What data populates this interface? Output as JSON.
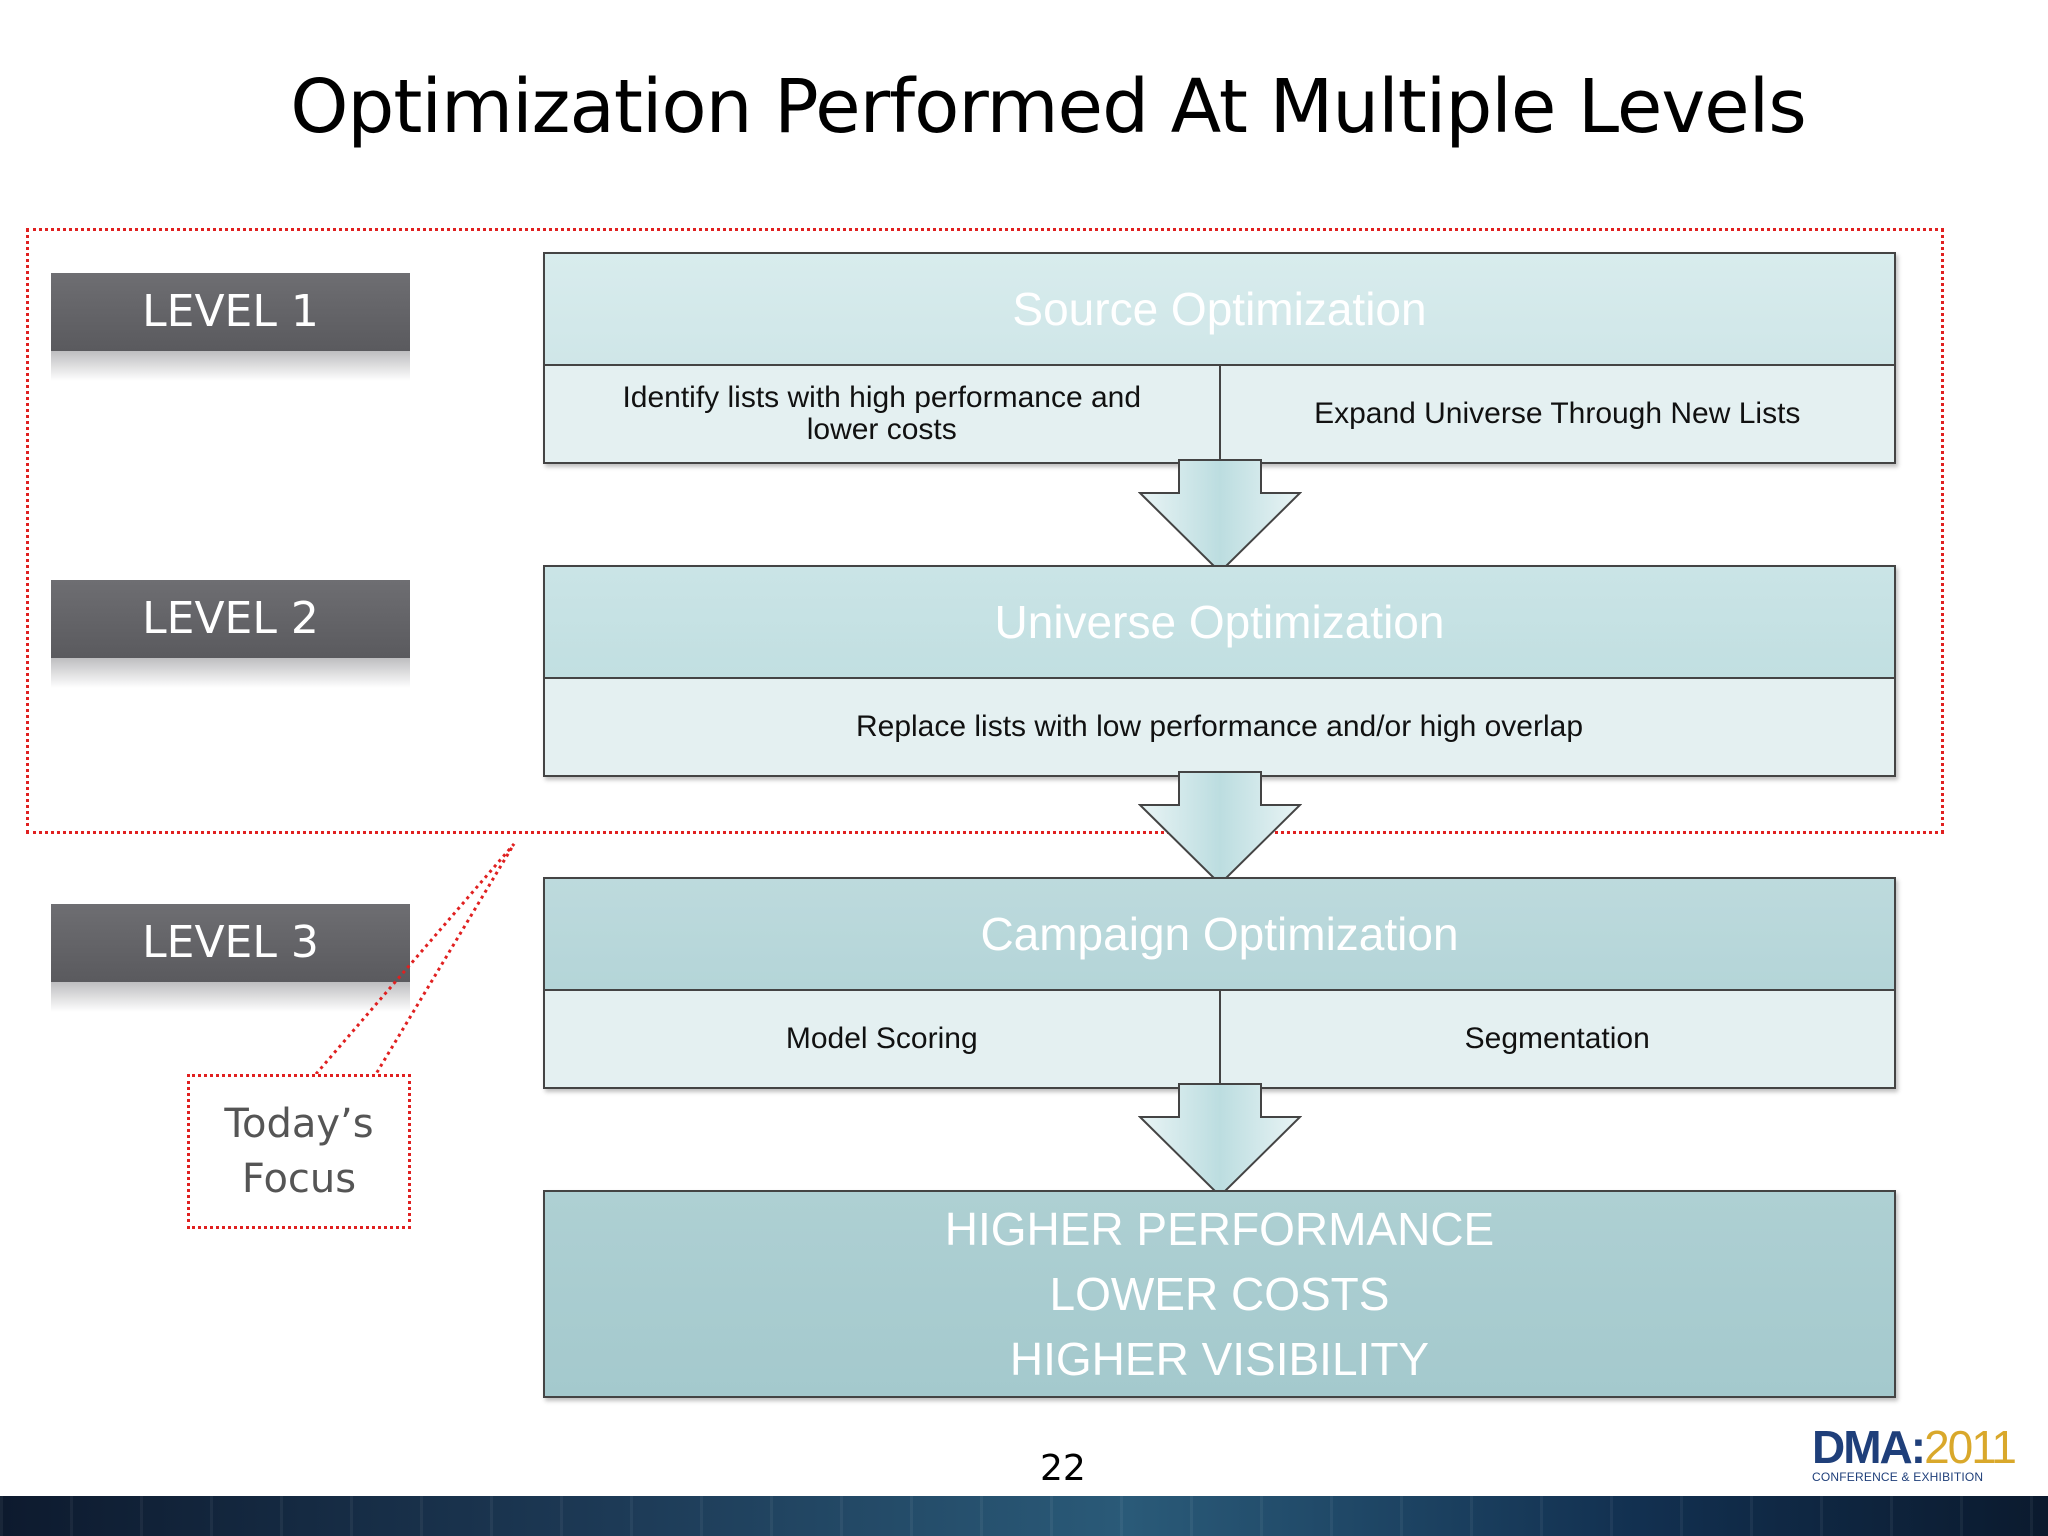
{
  "slide": {
    "title": "Optimization Performed At Multiple Levels",
    "page_number": "22"
  },
  "levels": [
    {
      "label": "LEVEL 1"
    },
    {
      "label": "LEVEL 2"
    },
    {
      "label": "LEVEL 3"
    }
  ],
  "panels": [
    {
      "heading": "Source Optimization",
      "cells": [
        "Identify lists with high performance and lower costs",
        "Expand Universe Through New Lists"
      ]
    },
    {
      "heading": "Universe Optimization",
      "cells": [
        "Replace lists with low performance and/or high overlap"
      ]
    },
    {
      "heading": "Campaign Optimization",
      "cells": [
        "Model Scoring",
        "Segmentation"
      ]
    }
  ],
  "outcome": {
    "lines": [
      "HIGHER PERFORMANCE",
      "LOWER COSTS",
      "HIGHER VISIBILITY"
    ]
  },
  "callout": {
    "line1": "Today’s",
    "line2": "Focus"
  },
  "logo": {
    "name": "DMA",
    "separator": ":",
    "year": "2011",
    "tagline": "CONFERENCE & EXHIBITION"
  },
  "colors": {
    "level_badge": "#646468",
    "panel_head_1": "#d3e9eb",
    "panel_head_2": "#c6e1e3",
    "panel_head_3": "#b9d8db",
    "outcome_fill": "#a8cccf",
    "focus_border": "#e02020",
    "logo_blue": "#1f3f7a",
    "logo_gold": "#d9a82b"
  }
}
